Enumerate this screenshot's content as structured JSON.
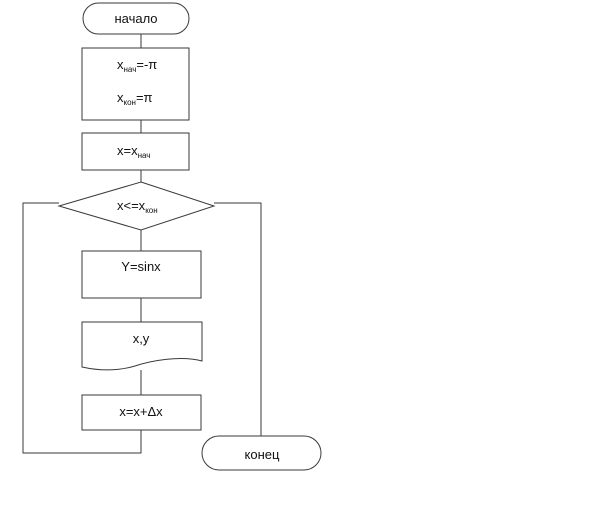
{
  "flowchart": {
    "start": "начало",
    "init": {
      "line1_base": "x",
      "line1_sub": "нач",
      "line1_rest": "=-π",
      "line2_base": "x",
      "line2_sub": "кон",
      "line2_rest": "=π"
    },
    "assign": {
      "base": "x=x",
      "sub": "нач"
    },
    "condition": {
      "base": "x<=x",
      "sub": "кон"
    },
    "compute": "Y=sinx",
    "output": "x,y",
    "increment": "x=x+Δx",
    "end": "конец"
  }
}
